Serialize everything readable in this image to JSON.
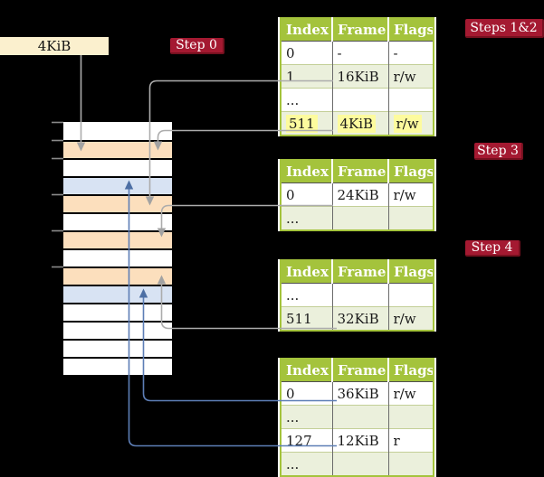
{
  "memory_box": {
    "label": "4KiB"
  },
  "steps": [
    {
      "label": "Step 0"
    },
    {
      "label": "Steps 1&2"
    },
    {
      "label": "Step 3"
    },
    {
      "label": "Step 4"
    }
  ],
  "tables": [
    {
      "header": [
        "Index",
        "Frame",
        "Flags"
      ],
      "rows": [
        {
          "cells": [
            "0",
            "-",
            "-"
          ],
          "shade": false,
          "highlight": false
        },
        {
          "cells": [
            "1",
            "16KiB",
            "r/w"
          ],
          "shade": true,
          "highlight": false
        },
        {
          "cells": [
            "...",
            "",
            ""
          ],
          "shade": false,
          "highlight": false
        },
        {
          "cells": [
            "511",
            "4KiB",
            "r/w"
          ],
          "shade": true,
          "highlight": true
        }
      ]
    },
    {
      "header": [
        "Index",
        "Frame",
        "Flags"
      ],
      "rows": [
        {
          "cells": [
            "0",
            "24KiB",
            "r/w"
          ],
          "shade": false,
          "highlight": false
        },
        {
          "cells": [
            "...",
            "",
            ""
          ],
          "shade": true,
          "highlight": false
        }
      ]
    },
    {
      "header": [
        "Index",
        "Frame",
        "Flags"
      ],
      "rows": [
        {
          "cells": [
            "...",
            "",
            ""
          ],
          "shade": false,
          "highlight": false
        },
        {
          "cells": [
            "511",
            "32KiB",
            "r/w"
          ],
          "shade": true,
          "highlight": false
        }
      ]
    },
    {
      "header": [
        "Index",
        "Frame",
        "Flags"
      ],
      "rows": [
        {
          "cells": [
            "0",
            "36KiB",
            "r/w"
          ],
          "shade": false,
          "highlight": false
        },
        {
          "cells": [
            "...",
            "",
            ""
          ],
          "shade": true,
          "highlight": false
        },
        {
          "cells": [
            "127",
            "12KiB",
            "r"
          ],
          "shade": false,
          "highlight": false
        },
        {
          "cells": [
            "...",
            "",
            ""
          ],
          "shade": true,
          "highlight": false
        }
      ]
    }
  ],
  "memory_column": {
    "rows": [
      "white",
      "orange",
      "white",
      "blue",
      "orange",
      "white",
      "orange",
      "white",
      "orange",
      "blue",
      "white",
      "white",
      "white",
      "white"
    ]
  },
  "colors": {
    "cream": "#FBF0CE",
    "label_red": "#A41931",
    "label_red_dark": "#76101F",
    "table_green": "#A4C33C",
    "table_row_green": "#EBF0DC",
    "frame_orange": "#FCDFBD",
    "frame_blue": "#D8E3F3",
    "highlight_yellow": "#FDFB9E",
    "connector_gray": "#ACACAC",
    "connector_blue": "#5D7EB6"
  }
}
